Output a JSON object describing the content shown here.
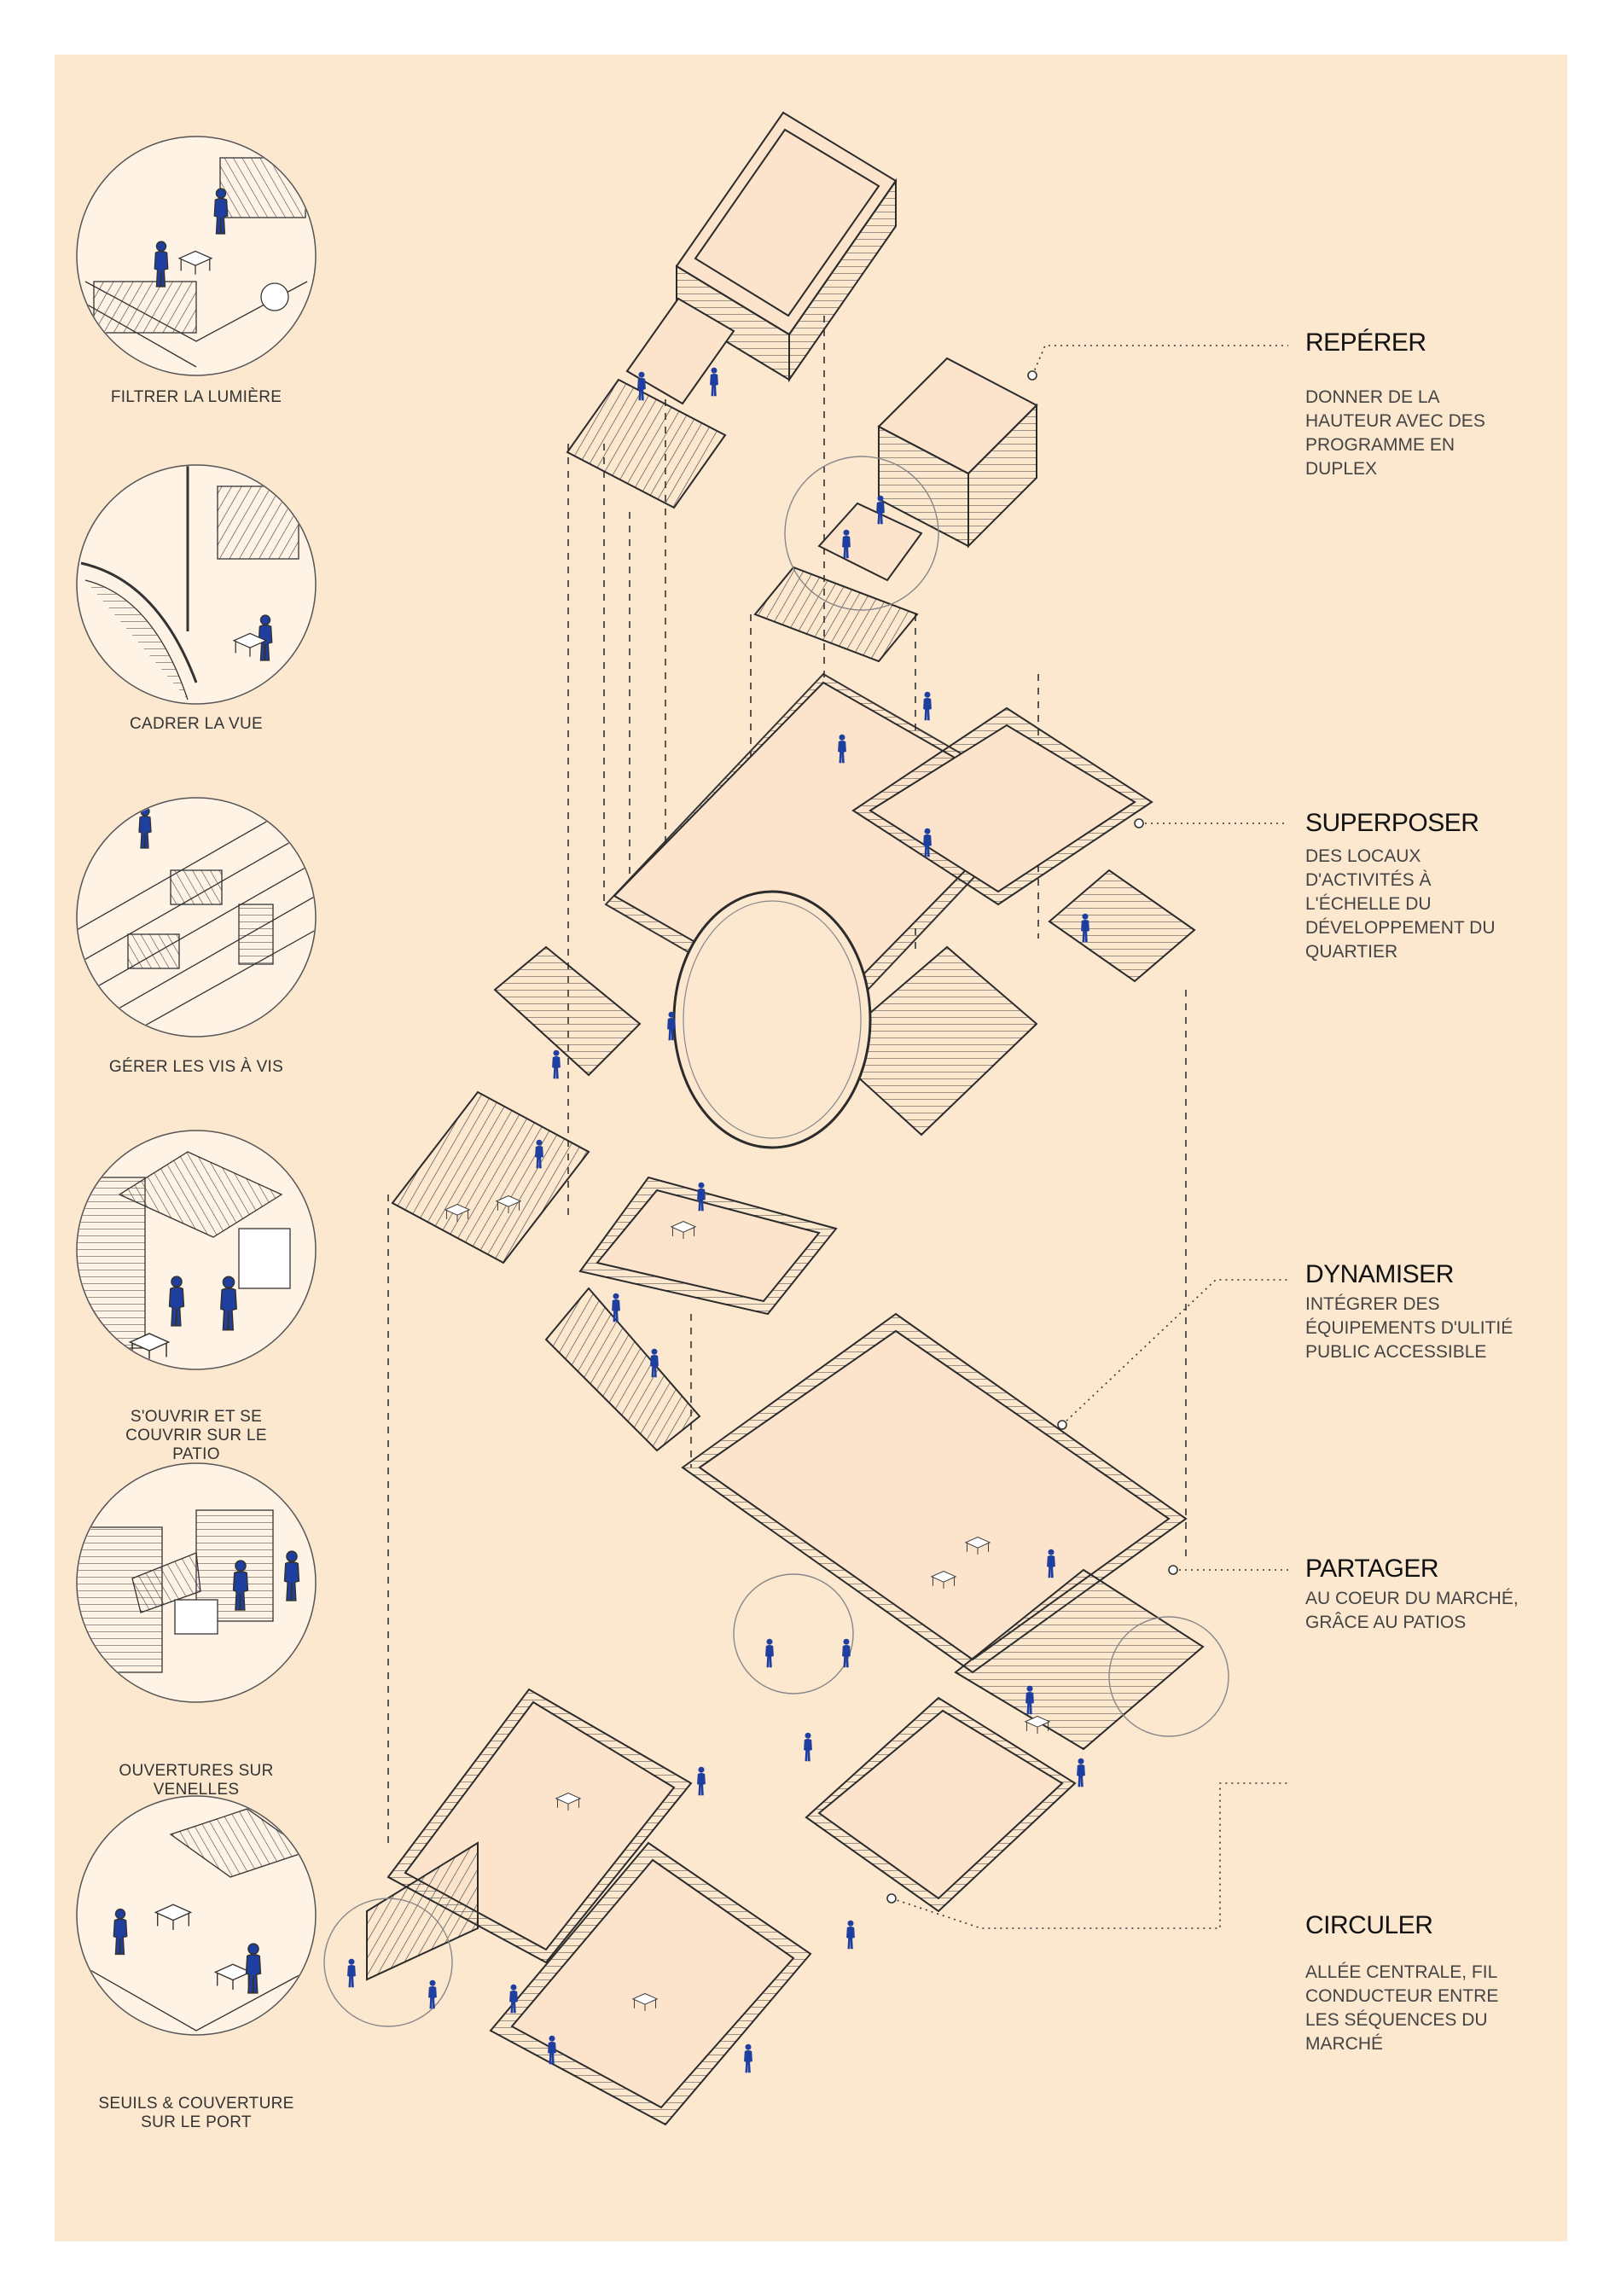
{
  "vignettes": [
    {
      "id": "filtrer",
      "caption": "FILTRER LA LUMIÈRE"
    },
    {
      "id": "cadrer",
      "caption": "CADRER LA VUE"
    },
    {
      "id": "vis",
      "caption": "GÉRER LES VIS À VIS"
    },
    {
      "id": "ouvrir",
      "caption": "S'OUVRIR ET SE COUVRIR SUR LE PATIO"
    },
    {
      "id": "venelles",
      "caption": "OUVERTURES SUR VENELLES"
    },
    {
      "id": "seuils",
      "caption": "SEUILS & COUVERTURE SUR LE PORT"
    }
  ],
  "annotations": [
    {
      "title": "REPÉRER",
      "description": "DONNER DE LA HAUTEUR AVEC DES PROGRAMME EN DUPLEX"
    },
    {
      "title": "SUPERPOSER",
      "description": "DES LOCAUX D'ACTIVITÉS À L'ÉCHELLE DU DÉVELOPPEMENT DU QUARTIER"
    },
    {
      "title": "DYNAMISER",
      "description": "INTÉGRER DES ÉQUIPEMENTS D'ULITIÉ PUBLIC ACCESSIBLE"
    },
    {
      "title": "PARTAGER",
      "description": "AU COEUR DU MARCHÉ, GRÂCE AU PATIOS"
    },
    {
      "title": "CIRCULER",
      "description": "ALLÉE CENTRALE, FIL CONDUCTEUR ENTRE LES SÉQUENCES DU MARCHÉ"
    }
  ],
  "colors": {
    "background": "#fce7cf",
    "vignette_fill": "#fff3e6",
    "figure": "#1f3fa0",
    "line": "#2b2b2b"
  }
}
